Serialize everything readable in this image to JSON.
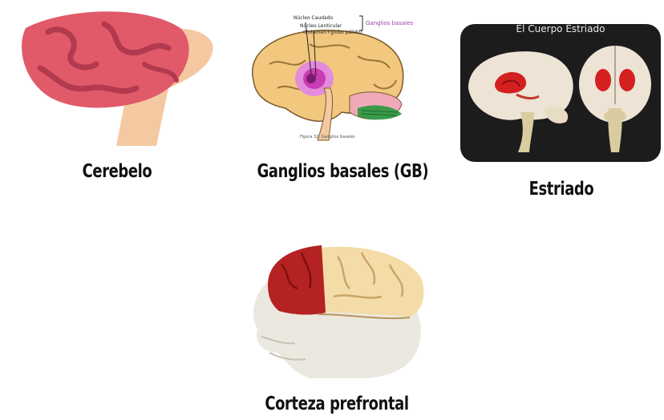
{
  "items": [
    {
      "label": "Cerebelo",
      "icon": "cerebellum-illustration-icon"
    },
    {
      "label": "Ganglios basales (GB)",
      "icon": "basal-ganglia-diagram-icon"
    },
    {
      "label": "Estriado",
      "icon": "striatum-3d-render-icon"
    },
    {
      "label": "Corteza prefrontal",
      "icon": "prefrontal-cortex-render-icon"
    }
  ],
  "diagram": {
    "labels": [
      "Núcleo Caudado",
      "Núcleo Lenticular",
      "(Putamen+globo pálido)"
    ],
    "bracket_label": "Ganglios basales",
    "caption": "Figura 32. Ganglios basales"
  },
  "striatum_image_title": "El Cuerpo Estriado",
  "colors": {
    "cerebellum": "#e15a6a",
    "stem": "#f4c9a2",
    "gyri": "#f2c87e",
    "highlight": "#c83cb4",
    "prefrontal": "#b52222",
    "dark_bg": "#1c1c1c"
  }
}
